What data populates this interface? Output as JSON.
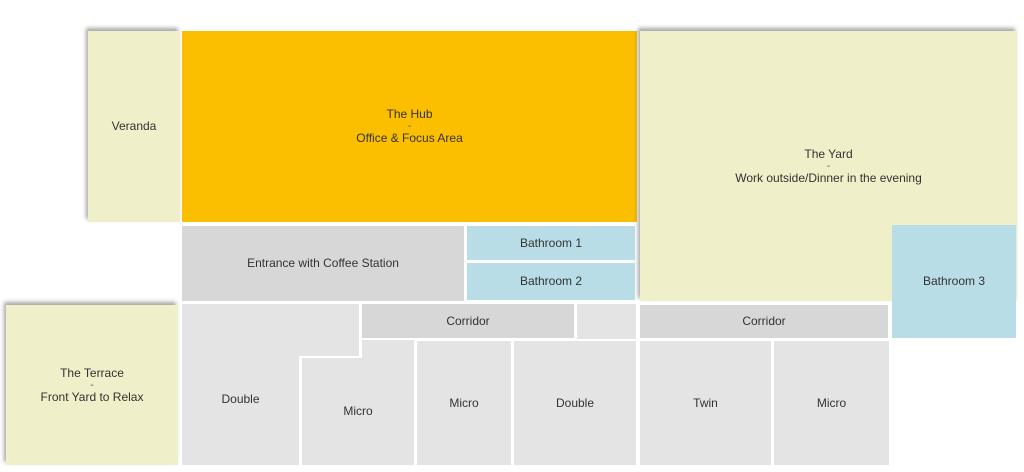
{
  "rooms": {
    "veranda": {
      "label": "Veranda"
    },
    "hub": {
      "title": "The Hub",
      "sep": "-",
      "subtitle": "Office & Focus Area"
    },
    "yard": {
      "title": "The Yard",
      "sep": "-",
      "subtitle": "Work outside/Dinner in the evening"
    },
    "entrance": {
      "label": "Entrance with Coffee Station"
    },
    "bathroom1": {
      "label": "Bathroom 1"
    },
    "bathroom2": {
      "label": "Bathroom 2"
    },
    "bathroom3": {
      "label": "Bathroom 3"
    },
    "terrace": {
      "title": "The Terrace",
      "sep": "-",
      "subtitle": "Front Yard to Relax"
    },
    "corridor_left": {
      "label": "Corridor"
    },
    "corridor_right": {
      "label": "Corridor"
    },
    "double_left": {
      "label": "Double"
    },
    "micro_1": {
      "label": "Micro"
    },
    "micro_2": {
      "label": "Micro"
    },
    "double_right": {
      "label": "Double"
    },
    "twin": {
      "label": "Twin"
    },
    "micro_3": {
      "label": "Micro"
    }
  },
  "colors": {
    "hub": "#fbbf00",
    "outdoor": "#efefc9",
    "shared": "#d7d7d7",
    "rooms": "#e4e4e4",
    "bathroom": "#b9dde6"
  }
}
